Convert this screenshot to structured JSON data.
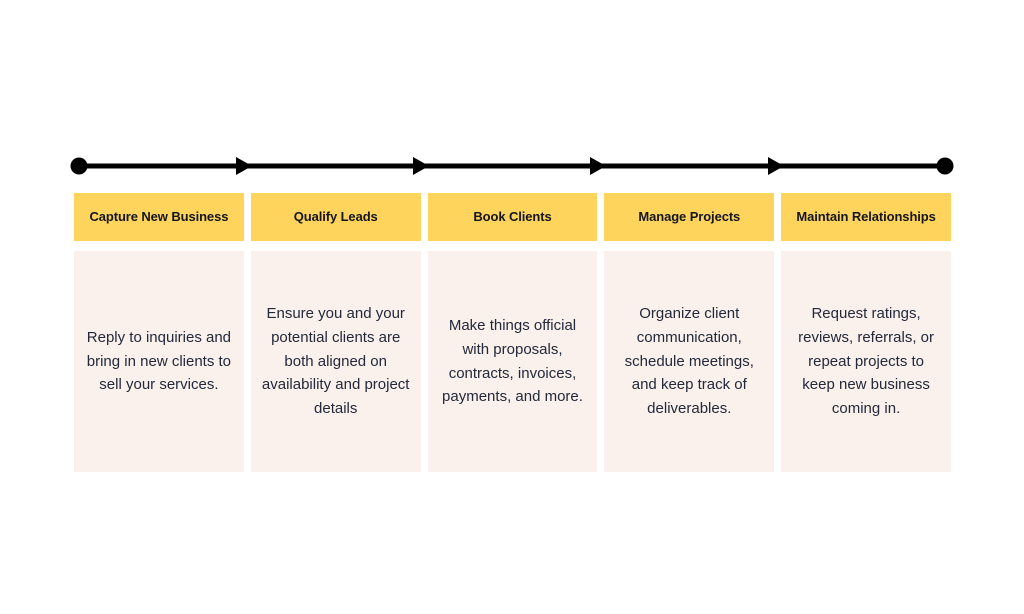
{
  "diagram": {
    "type": "linear-process-timeline",
    "colors": {
      "header_fill": "#FFD45C",
      "body_fill": "#FBF1EC",
      "line": "#000000",
      "header_text": "#14161c",
      "body_text": "#23283a",
      "background": "#ffffff"
    },
    "timeline": {
      "start_marker": "filled-circle",
      "end_marker": "filled-circle",
      "connector_markers": [
        "arrowhead",
        "arrowhead",
        "arrowhead",
        "arrowhead"
      ],
      "marker_count": 4
    },
    "stages": [
      {
        "title": "Capture New Business",
        "description": "Reply to inquiries and bring in new clients to sell your services."
      },
      {
        "title": "Qualify Leads",
        "description": "Ensure you and your potential clients are both aligned on availability and project details"
      },
      {
        "title": "Book Clients",
        "description": "Make things official with proposals, contracts, invoices, payments, and more."
      },
      {
        "title": "Manage Projects",
        "description": "Organize client communication, schedule meetings, and keep track of deliverables."
      },
      {
        "title": "Maintain Relationships",
        "description": "Request ratings, reviews, referrals, or repeat projects to keep new business coming in."
      }
    ]
  }
}
